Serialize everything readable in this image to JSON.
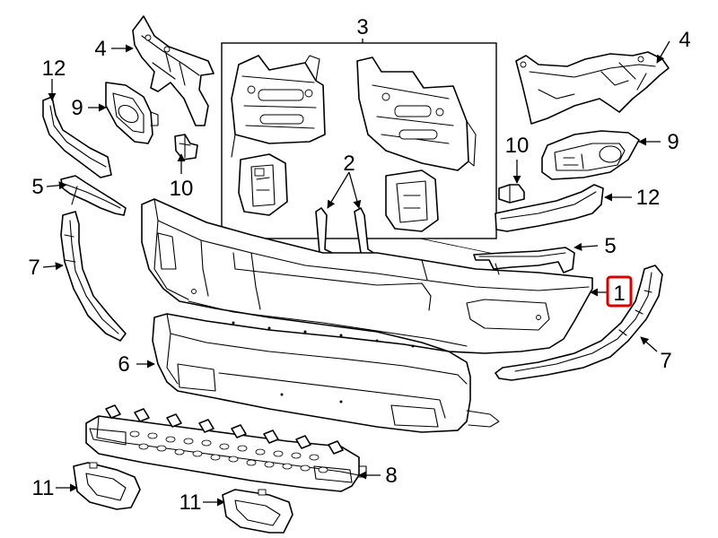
{
  "callouts": {
    "c1": "1",
    "c2": "2",
    "c3": "3",
    "c4_left": "4",
    "c4_right": "4",
    "c5_left": "5",
    "c5_right": "5",
    "c6": "6",
    "c7_left": "7",
    "c7_right": "7",
    "c8": "8",
    "c9_left": "9",
    "c9_right": "9",
    "c10_left": "10",
    "c10_right": "10",
    "c11_left": "11",
    "c11_right": "11",
    "c12_left": "12",
    "c12_right": "12"
  },
  "highlight_color": "#d90000"
}
